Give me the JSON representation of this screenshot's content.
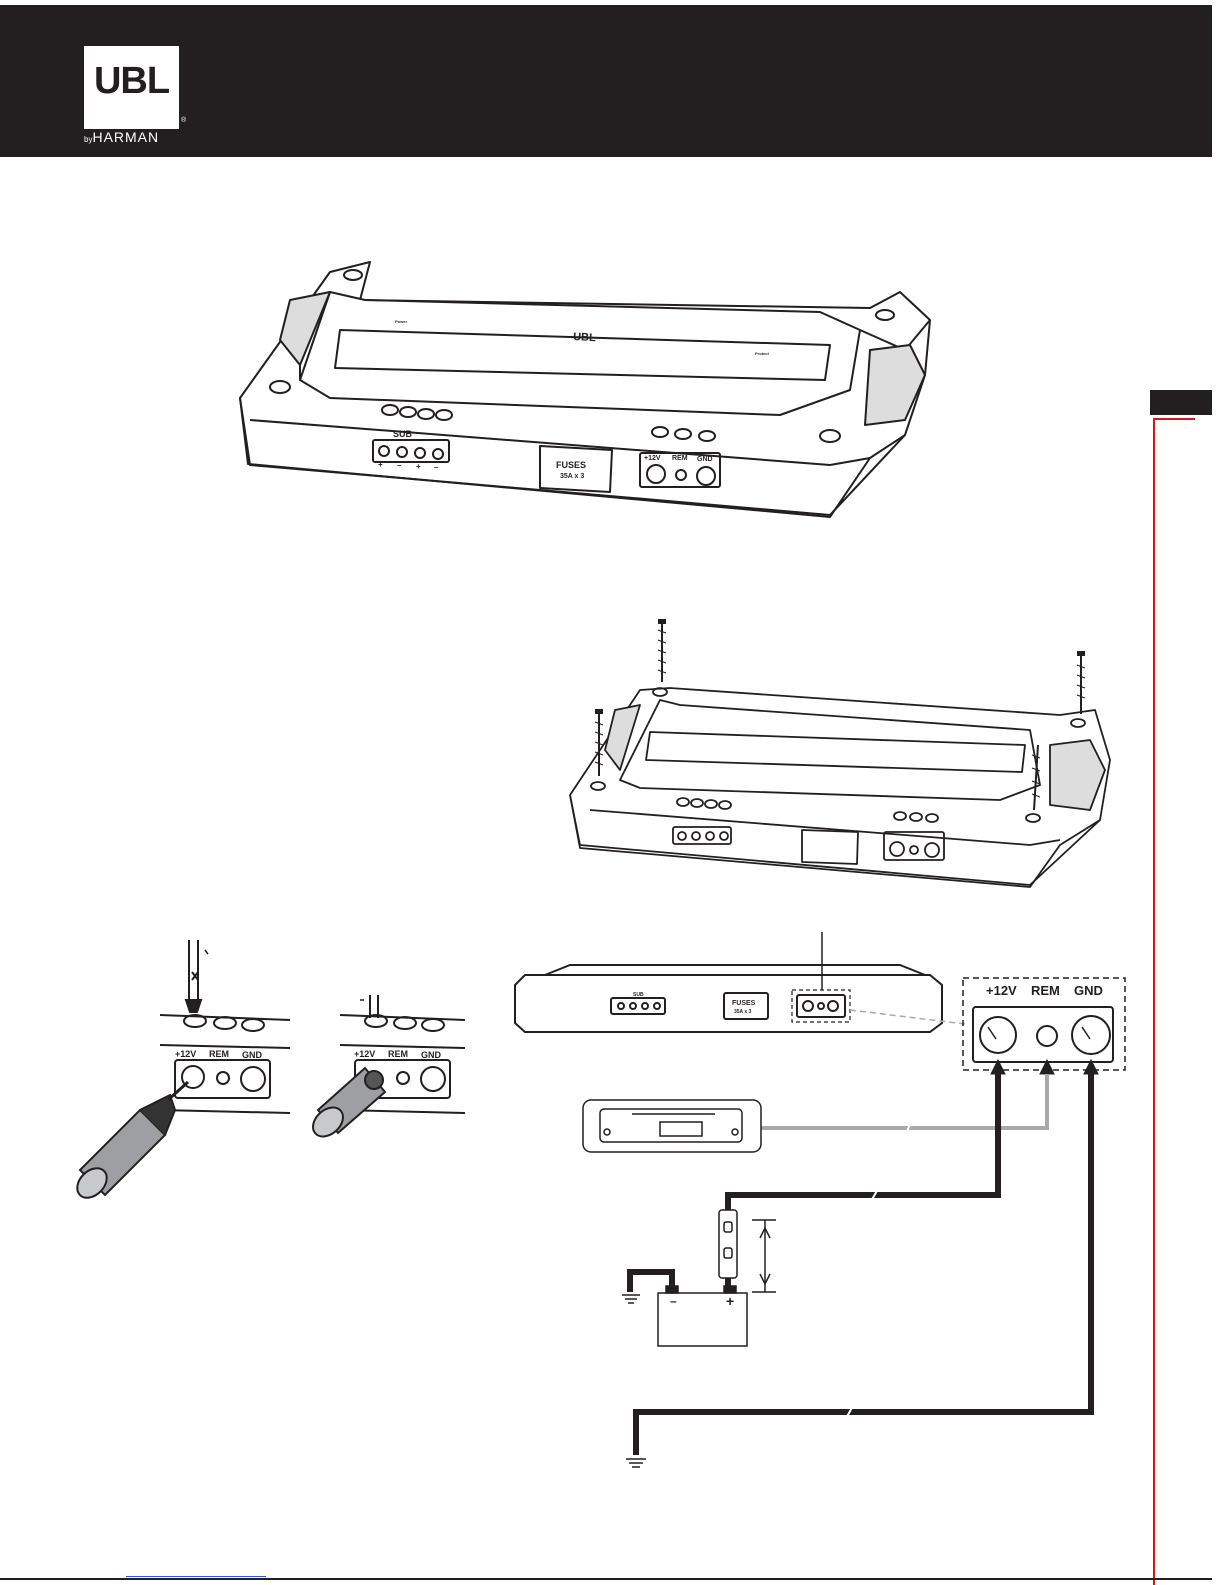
{
  "brand": {
    "logo_text": "UBL",
    "byline_by": "by",
    "byline_name": "HARMAN",
    "registered_mark": "®"
  },
  "amp_panel": {
    "sub_label": "SUB",
    "sub_polarity": [
      "+",
      "–",
      "+",
      "–"
    ],
    "fuses_label": "FUSES",
    "fuses_rating": "35A x 3",
    "power_12v": "+12V",
    "power_rem": "REM",
    "power_gnd": "GND",
    "top_logo": "UBL",
    "led_power": "Power",
    "led_protect": "Protect"
  },
  "terminal_closeup": {
    "power_12v": "+12V",
    "power_rem": "REM",
    "power_gnd": "GND"
  },
  "battery": {
    "neg": "–",
    "pos": "+"
  },
  "colors": {
    "header_bg": "#231f20",
    "accent_red": "#d31920",
    "remote_wire": "#a7a9ac"
  },
  "icons": [
    "screwdriver-icon",
    "screw-icon",
    "ground-symbol-icon",
    "head-unit-icon",
    "inline-fuse-icon",
    "battery-icon"
  ]
}
